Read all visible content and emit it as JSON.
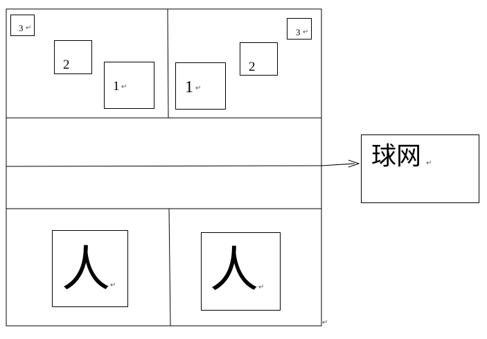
{
  "court": {
    "top_left": {
      "box3": "3",
      "box2": "2",
      "box1": "1"
    },
    "top_right": {
      "box3": "3",
      "box2": "2",
      "box1": "1"
    },
    "bottom_left": {
      "char": "人"
    },
    "bottom_right": {
      "char": "人"
    }
  },
  "callout": {
    "label": "球网"
  },
  "para_mark": "↵"
}
